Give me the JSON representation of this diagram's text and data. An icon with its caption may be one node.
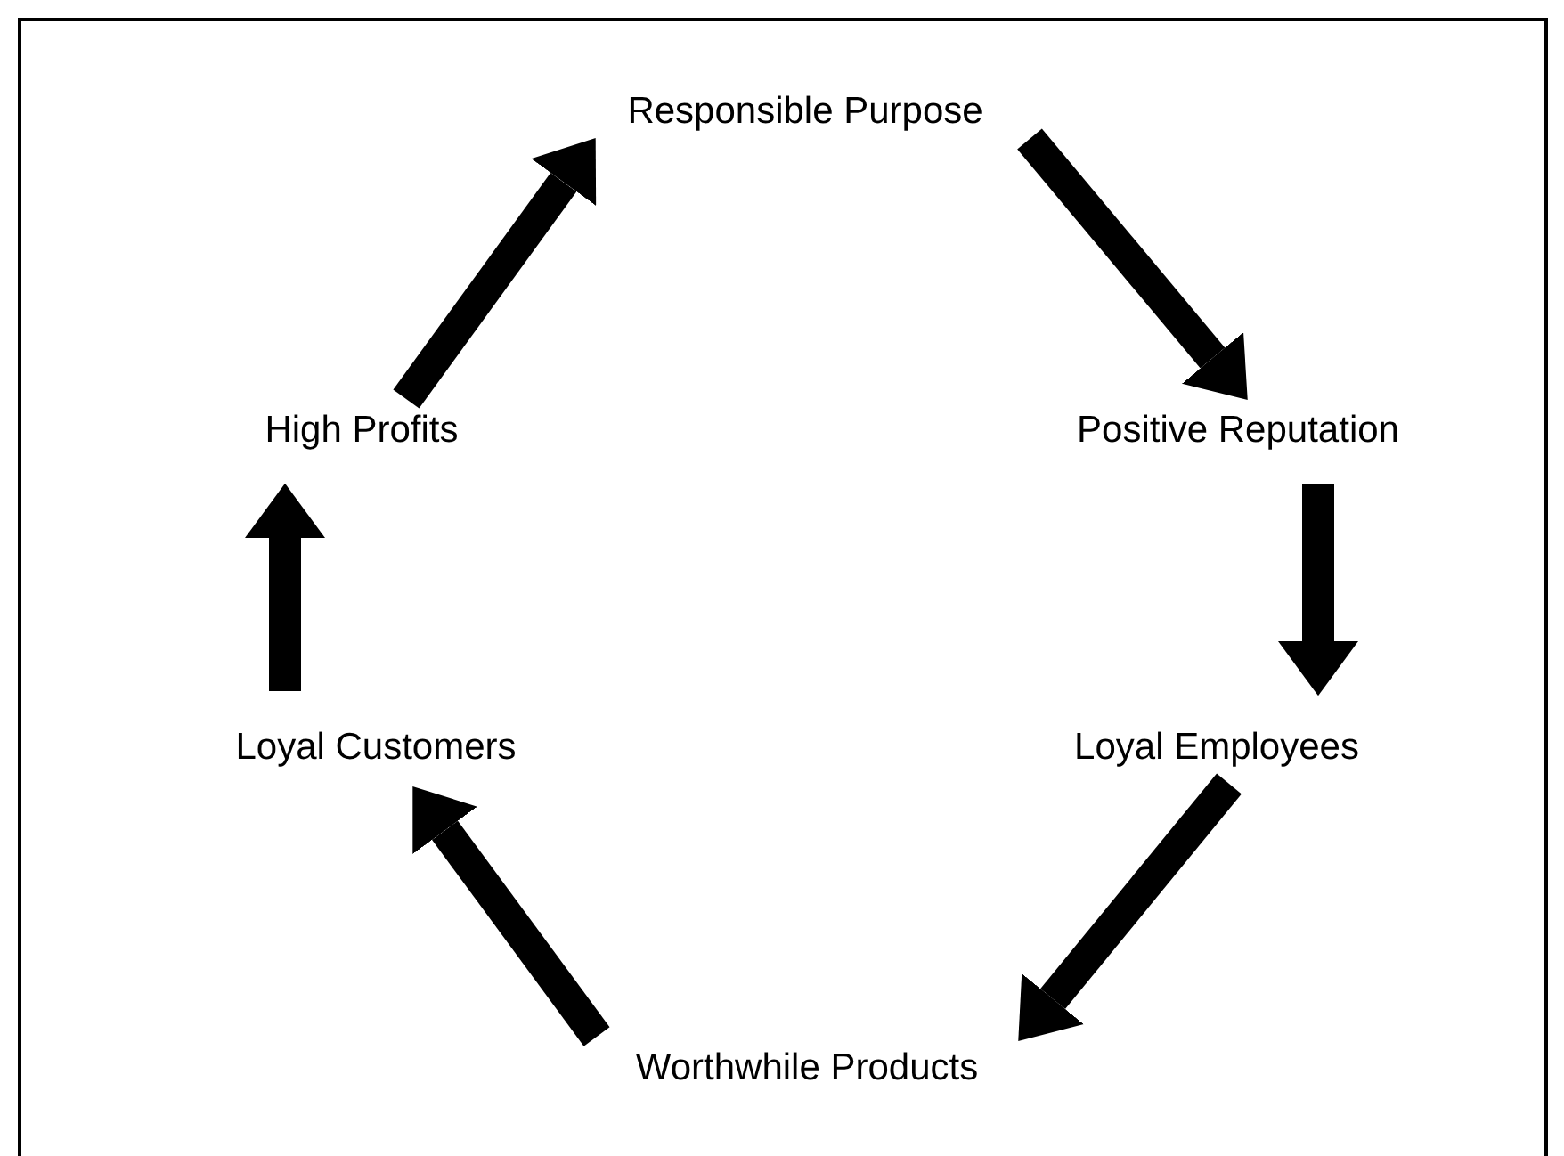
{
  "diagram": {
    "nodes": [
      {
        "text": [
          "Responsible Purpose"
        ]
      },
      {
        "text": [
          "Positive Reputation"
        ]
      },
      {
        "text": [
          "Loyal Employees"
        ]
      },
      {
        "text": [
          "Worthwhile Products"
        ]
      },
      {
        "text": [
          "Loyal Customers"
        ]
      },
      {
        "text": [
          "High Profits"
        ]
      }
    ],
    "edges": [
      {
        "from": 0,
        "to": 1,
        "arrow": "to"
      },
      {
        "from": 1,
        "to": 2,
        "arrow": "to"
      },
      {
        "from": 2,
        "to": 3,
        "arrow": "to"
      },
      {
        "from": 3,
        "to": 4,
        "arrow": "to"
      },
      {
        "from": 4,
        "to": 5,
        "arrow": "to"
      },
      {
        "from": 5,
        "to": 0,
        "arrow": "to"
      }
    ]
  }
}
